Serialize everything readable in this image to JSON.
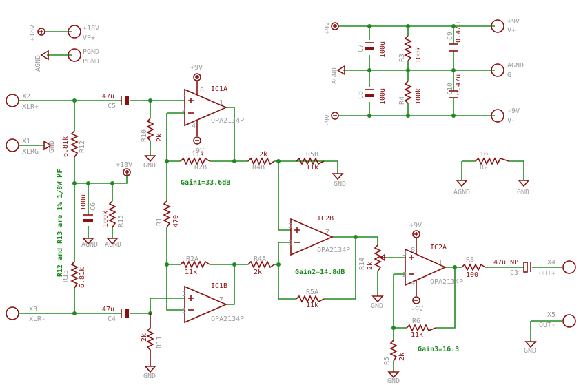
{
  "colors": {
    "wire": "#1f8a1f",
    "part": "#8b1010",
    "label": "#9a9a9a",
    "note": "#1c8a1c"
  },
  "connectors": {
    "x2": {
      "name": "X2",
      "sig": "XLR+"
    },
    "x1": {
      "name": "X1",
      "sig": "XLRG"
    },
    "x3": {
      "name": "X3",
      "sig": "XLR-"
    },
    "x4": {
      "name": "X4",
      "sig": "OUT+"
    },
    "x5": {
      "name": "X5",
      "sig": "OUT-"
    },
    "vp": {
      "v": "+18V",
      "name": "VP+"
    },
    "pg": {
      "v": "PGND",
      "name": "PGND"
    },
    "vpos": {
      "v": "+9V",
      "name": "V+"
    },
    "ag": {
      "v": "AGND",
      "name": "G"
    },
    "vneg": {
      "v": "-9V",
      "name": "V-"
    }
  },
  "supplies": {
    "p18a": "+18V",
    "agnda": "AGND",
    "p9a": "+9V",
    "agndb": "AGND",
    "m9a": "-9V",
    "p9ic1": "+9V",
    "m9ic1": "-9V",
    "p18b": "+18V",
    "p9ic2": "+9V",
    "m9ic2": "-9V",
    "gnd1": "GND",
    "gnd2": "GND",
    "gnd3": "GND",
    "gnd4": "GND",
    "gnd5": "GND",
    "gnd6": "GND",
    "gnd7": "GND",
    "agnd1": "AGND",
    "agnd2": "AGND",
    "agnd3": "AGND",
    "gndx1": "GND"
  },
  "parts": {
    "c5": {
      "name": "C5",
      "val": "47u"
    },
    "c4": {
      "name": "C4",
      "val": "47u"
    },
    "c6": {
      "name": "C6",
      "val": "100u"
    },
    "c7": {
      "name": "C7",
      "val": "100u"
    },
    "c8": {
      "name": "C8",
      "val": "100u"
    },
    "c9": {
      "name": "C9",
      "val": "0.47u"
    },
    "c10": {
      "name": "C10",
      "val": "0.47u"
    },
    "c3": {
      "name": "C3",
      "val": "47u NP"
    },
    "r1": {
      "name": "R1",
      "val": "470"
    },
    "r2": {
      "name": "R2",
      "val": "10"
    },
    "r2a": {
      "name": "R2A",
      "val": "11k"
    },
    "r2b": {
      "name": "R2B",
      "val": "11k"
    },
    "r3": {
      "name": "R3",
      "val": "100k"
    },
    "r4": {
      "name": "R4",
      "val": "100k"
    },
    "r4a": {
      "name": "R4A",
      "val": "2k"
    },
    "r4b": {
      "name": "R4B",
      "val": "2k"
    },
    "r5": {
      "name": "R5",
      "val": "2k"
    },
    "r5a": {
      "name": "R5A",
      "val": "11k"
    },
    "r5b": {
      "name": "R5B",
      "val": "11k"
    },
    "r6": {
      "name": "R6",
      "val": "11k"
    },
    "r8": {
      "name": "R8",
      "val": "100"
    },
    "r10": {
      "name": "R10",
      "val": "2k"
    },
    "r11": {
      "name": "R11",
      "val": "2k"
    },
    "r12": {
      "name": "R12",
      "val": "6.81k"
    },
    "r13": {
      "name": "R13",
      "val": "6.81k"
    },
    "r14": {
      "name": "R14",
      "val": "2k"
    },
    "r15": {
      "name": "R15",
      "val": "100k"
    },
    "ic1a": {
      "name": "IC1A",
      "type": "OPA2134P"
    },
    "ic1b": {
      "name": "IC1B",
      "type": "OPA2134P"
    },
    "ic2a": {
      "name": "IC2A",
      "type": "OPA2134P"
    },
    "ic2b": {
      "name": "IC2B",
      "type": "OPA2134P"
    }
  },
  "pins": {
    "p1": "1",
    "p2": "2",
    "p3": "3",
    "p4": "4",
    "p8": "8",
    "p5": "5",
    "p6": "6",
    "p7": "7",
    "q1": "1",
    "q2": "2",
    "q3": "3",
    "q4": "4",
    "q8": "8",
    "q5": "5",
    "q6": "6",
    "q7": "7"
  },
  "notes": {
    "gain1": "Gain1=33.6dB",
    "gain2": "Gain2=14.8dB",
    "gain3": "Gain3=16.3",
    "tol": "R12 and R13 are 1% 1/8W MF"
  }
}
